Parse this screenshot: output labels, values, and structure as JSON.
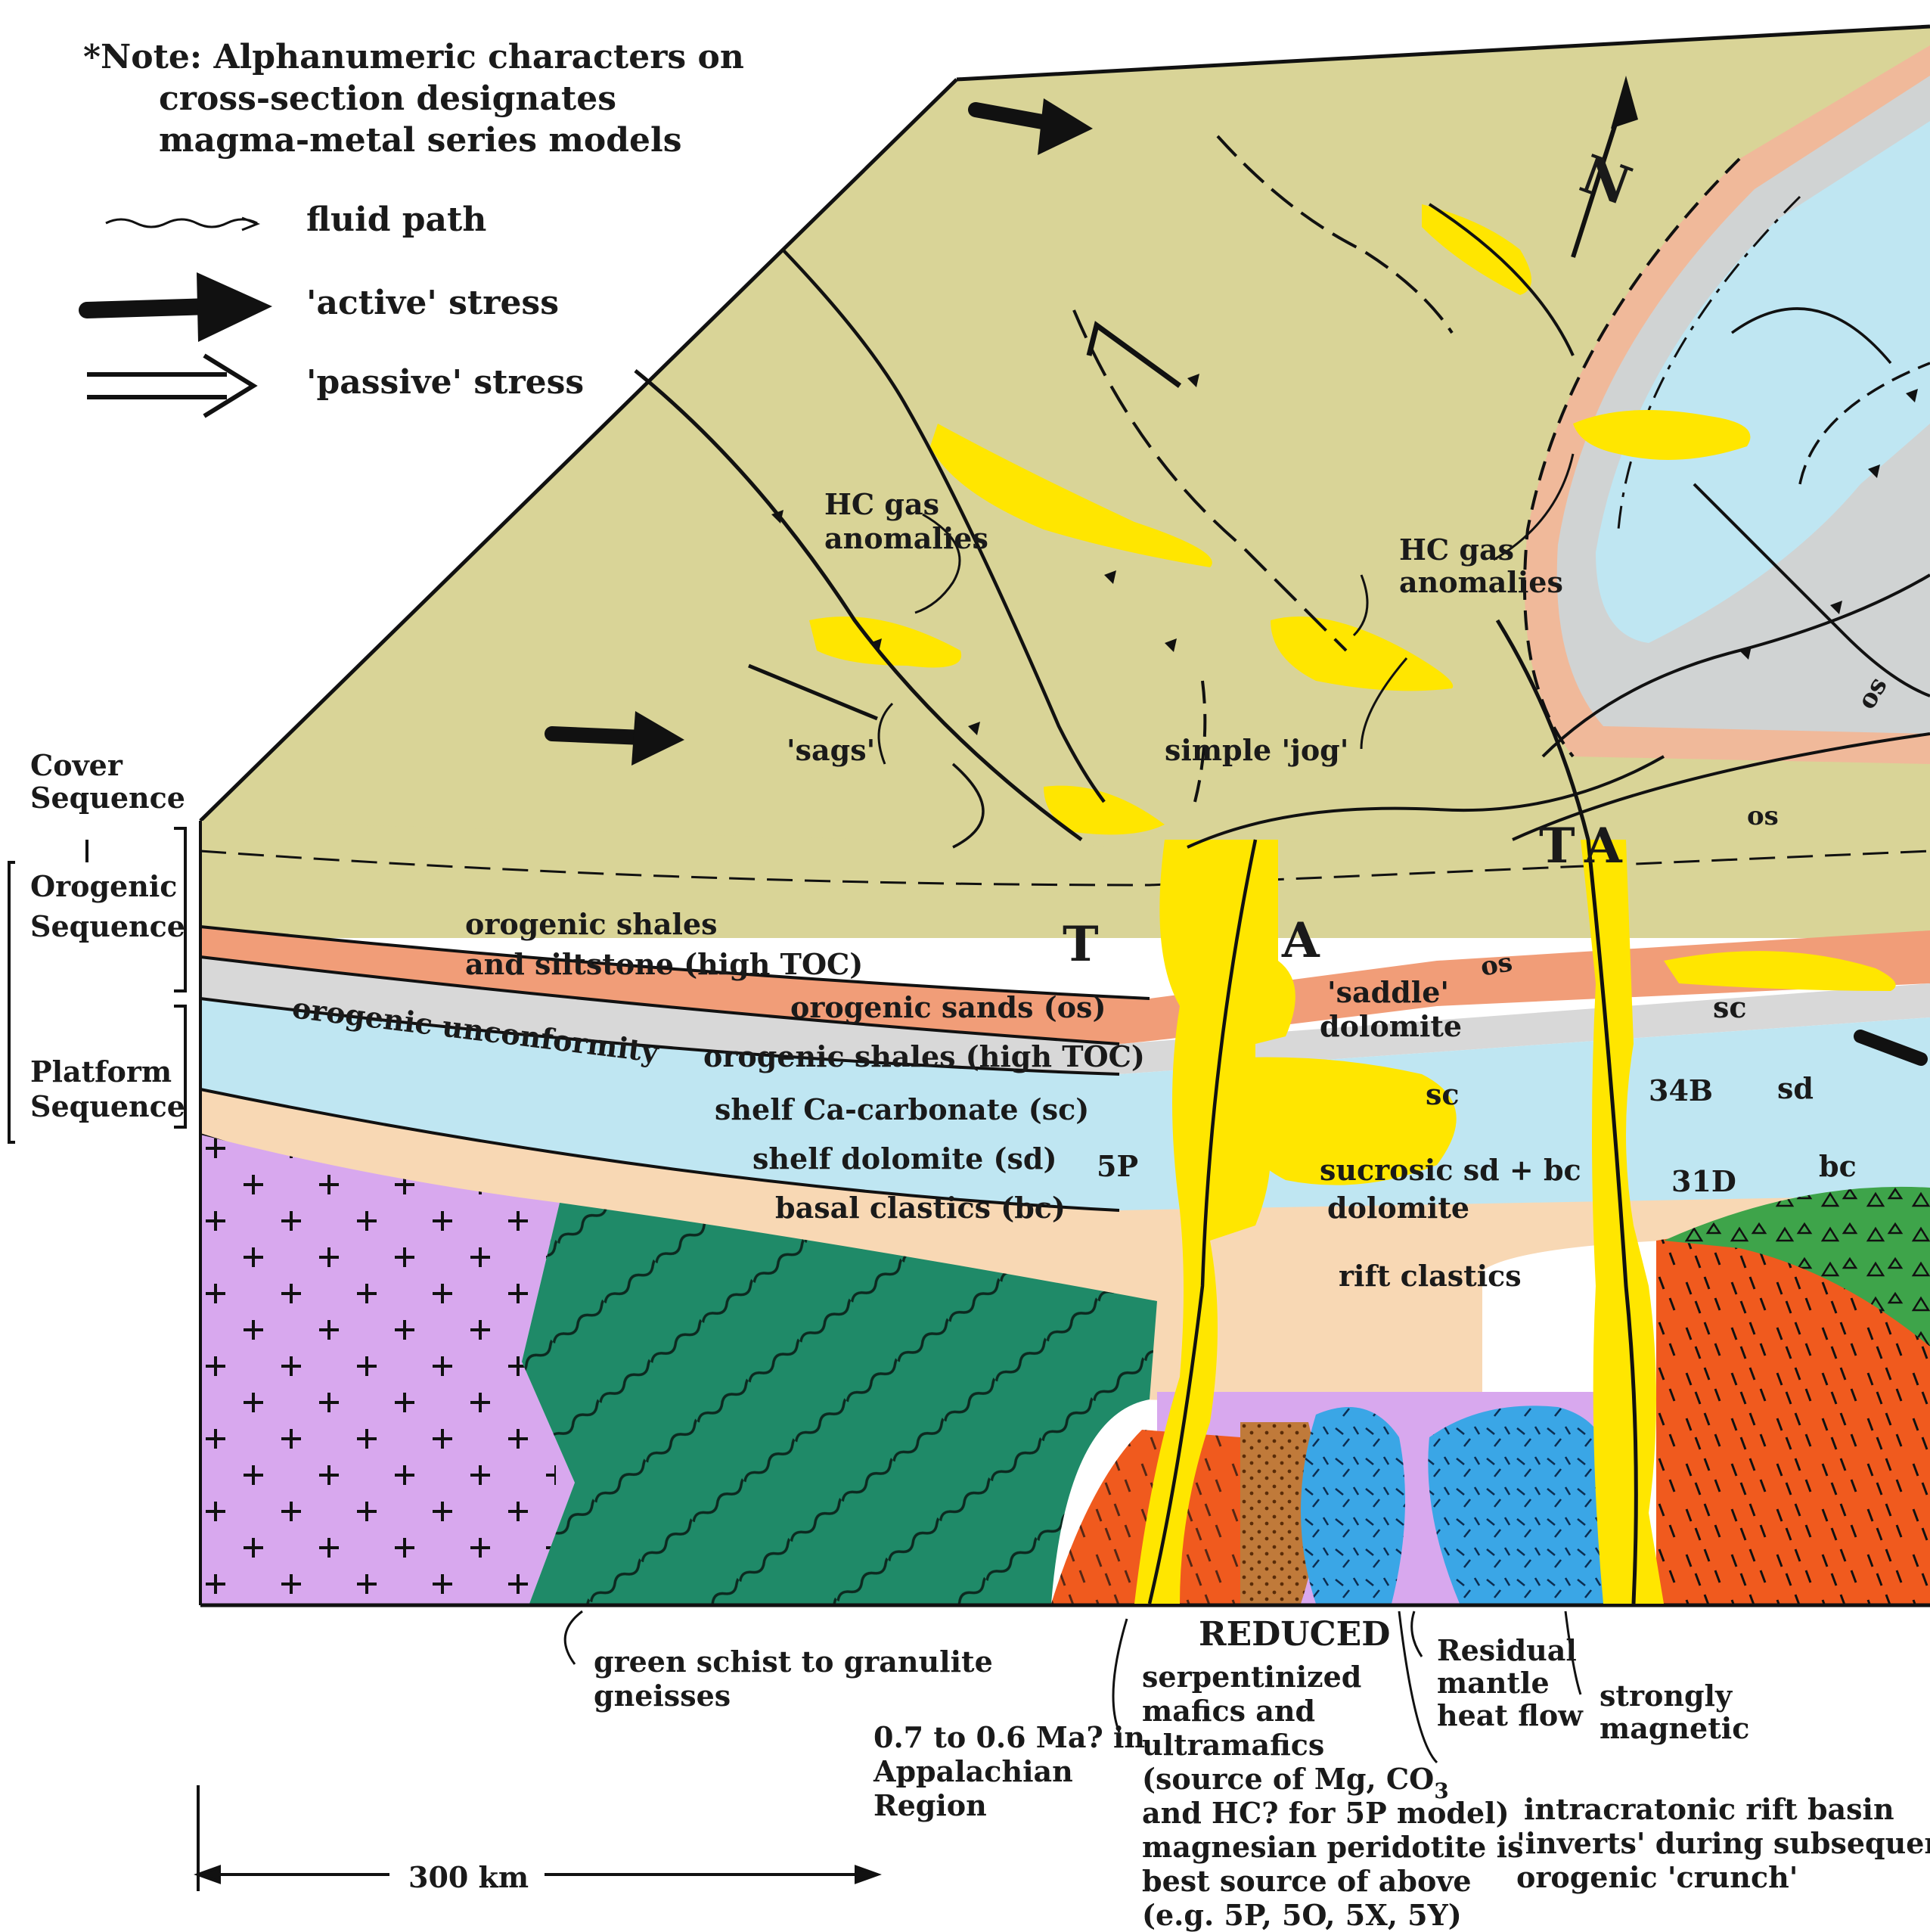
{
  "legend": {
    "note": [
      "*Note: Alphanumeric characters on",
      "cross-section designates",
      "magma-metal series models"
    ],
    "fluid_path": "fluid path",
    "active_stress": "'active' stress",
    "passive_stress": "'passive' stress"
  },
  "sequences": {
    "cover": [
      "Cover",
      "Sequence"
    ],
    "orogenic": [
      "Orogenic",
      "Sequence"
    ],
    "platform": [
      "Platform",
      "Sequence"
    ]
  },
  "layers": {
    "orogenic_shales_siltstone": [
      "orogenic shales",
      "and siltstone (high TOC)"
    ],
    "orogenic_sands": "orogenic sands (os)",
    "orogenic_unconformity": "orogenic unconformity",
    "orogenic_shales": "orogenic shales (high TOC)",
    "shelf_ca_carbonate": "shelf Ca-carbonate (sc)",
    "shelf_dolomite": "shelf dolomite (sd)",
    "basal_clastics": "basal clastics (bc)",
    "rift_clastics": "rift clastics"
  },
  "features": {
    "hc_gas_left": [
      "HC gas",
      "anomalies"
    ],
    "hc_gas_right": [
      "HC gas",
      "anomalies"
    ],
    "sags": "'sags'",
    "simple_jog": "simple 'jog'",
    "saddle_dolomite": [
      "'saddle'",
      "dolomite"
    ],
    "sucrosic": [
      "sucrosic sd + bc",
      "dolomite"
    ],
    "north": "N"
  },
  "codes": {
    "t_left": "T",
    "a_left": "A",
    "t_right": "T",
    "a_right": "A",
    "p5": "5P",
    "b34": "34B",
    "d31": "31D",
    "sc_mid": "sc",
    "sc_right": "sc",
    "sd_right": "sd",
    "bc_right": "bc",
    "os_1": "os",
    "os_2": "os",
    "os_3": "os"
  },
  "basement": {
    "green_schist": [
      "green schist to granulite",
      "gneisses"
    ],
    "age": [
      "0.7 to 0.6 Ma? in",
      "Appalachian",
      "Region"
    ],
    "reduced": "REDUCED",
    "serpentinized": [
      "serpentinized",
      "mafics and",
      "ultramafics",
      "(source of Mg, CO",
      "and HC? for 5P model)",
      "magnesian peridotite is",
      "best source of above",
      "(e.g. 5P, 5O, 5X, 5Y)"
    ],
    "co3_subscript": "3",
    "residual": [
      "Residual",
      "mantle",
      "heat flow"
    ],
    "magnetic": [
      "strongly",
      "magnetic"
    ],
    "rift_basin": [
      "intracratonic rift basin",
      "'inverts' during subsequent",
      "orogenic 'crunch'"
    ]
  },
  "scale": {
    "label": "300 km"
  },
  "colors": {
    "cover": "#d9d497",
    "orogenic_sands": "#f19d78",
    "orogenic_shales": "#d8d8d8",
    "shelf_carbonate": "#bfe6f2",
    "basal_clastics": "#f8d8b4",
    "granite_lilac": "#d8a8ee",
    "gneiss_green": "#1f8a68",
    "red_orange": "#f05a1e",
    "blue_intrusive": "#3aa6e6",
    "fluid_yellow": "#ffe600"
  }
}
